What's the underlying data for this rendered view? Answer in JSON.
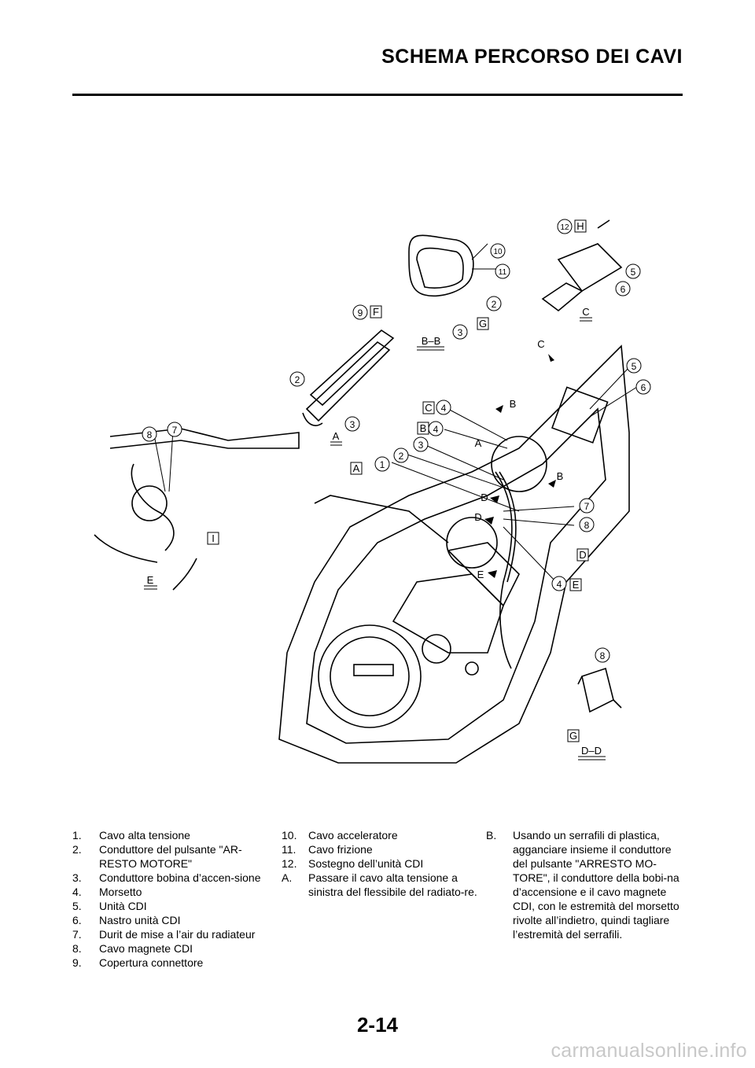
{
  "header": {
    "title": "SCHEMA PERCORSO DEI CAVI"
  },
  "diagram": {
    "callouts": [
      "①",
      "②",
      "③",
      "④",
      "⑤",
      "⑥",
      "⑦",
      "⑧",
      "⑨",
      "⑩",
      "⑪",
      "⑫"
    ],
    "section_labels": [
      "A",
      "B",
      "C",
      "D",
      "E",
      "F",
      "G",
      "H",
      "I"
    ],
    "view_labels": [
      "A",
      "B–B",
      "C",
      "D–D",
      "E"
    ]
  },
  "legend": {
    "column1": [
      {
        "num": "1.",
        "text": " Cavo alta tensione"
      },
      {
        "num": "2.",
        "text": "Conduttore del pulsante \"AR-RESTO MOTORE\""
      },
      {
        "num": "3.",
        "text": "Conduttore bobina d’accen-sione"
      },
      {
        "num": "4.",
        "text": "Morsetto"
      },
      {
        "num": "5.",
        "text": "Unità CDI"
      },
      {
        "num": "6.",
        "text": "Nastro unità CDI"
      },
      {
        "num": "7.",
        "text": "Durit de mise a l’air du radiateur"
      },
      {
        "num": "8.",
        "text": "Cavo magnete CDI"
      },
      {
        "num": "9.",
        "text": "Copertura connettore"
      }
    ],
    "column2": [
      {
        "num": "10.",
        "text": "Cavo acceleratore"
      },
      {
        "num": "11.",
        "text": "Cavo frizione"
      },
      {
        "num": "12.",
        "text": "Sostegno dell’unità CDI"
      },
      {
        "num": "A.",
        "text": "Passare il cavo alta tensione a sinistra del flessibile del radiato-re."
      }
    ],
    "column3": [
      {
        "num": "B.",
        "text": "Usando un serrafili di plastica, agganciare insieme il conduttore del pulsante \"ARRESTO MO-TORE\", il conduttore della bobi-na d’accensione e il cavo magnete CDI, con le estremità del morsetto rivolte all’indietro, quindi tagliare l’estremità del serrafili."
      }
    ]
  },
  "footer": {
    "page_number": "2-14",
    "watermark": "carmanualsonline.info"
  }
}
